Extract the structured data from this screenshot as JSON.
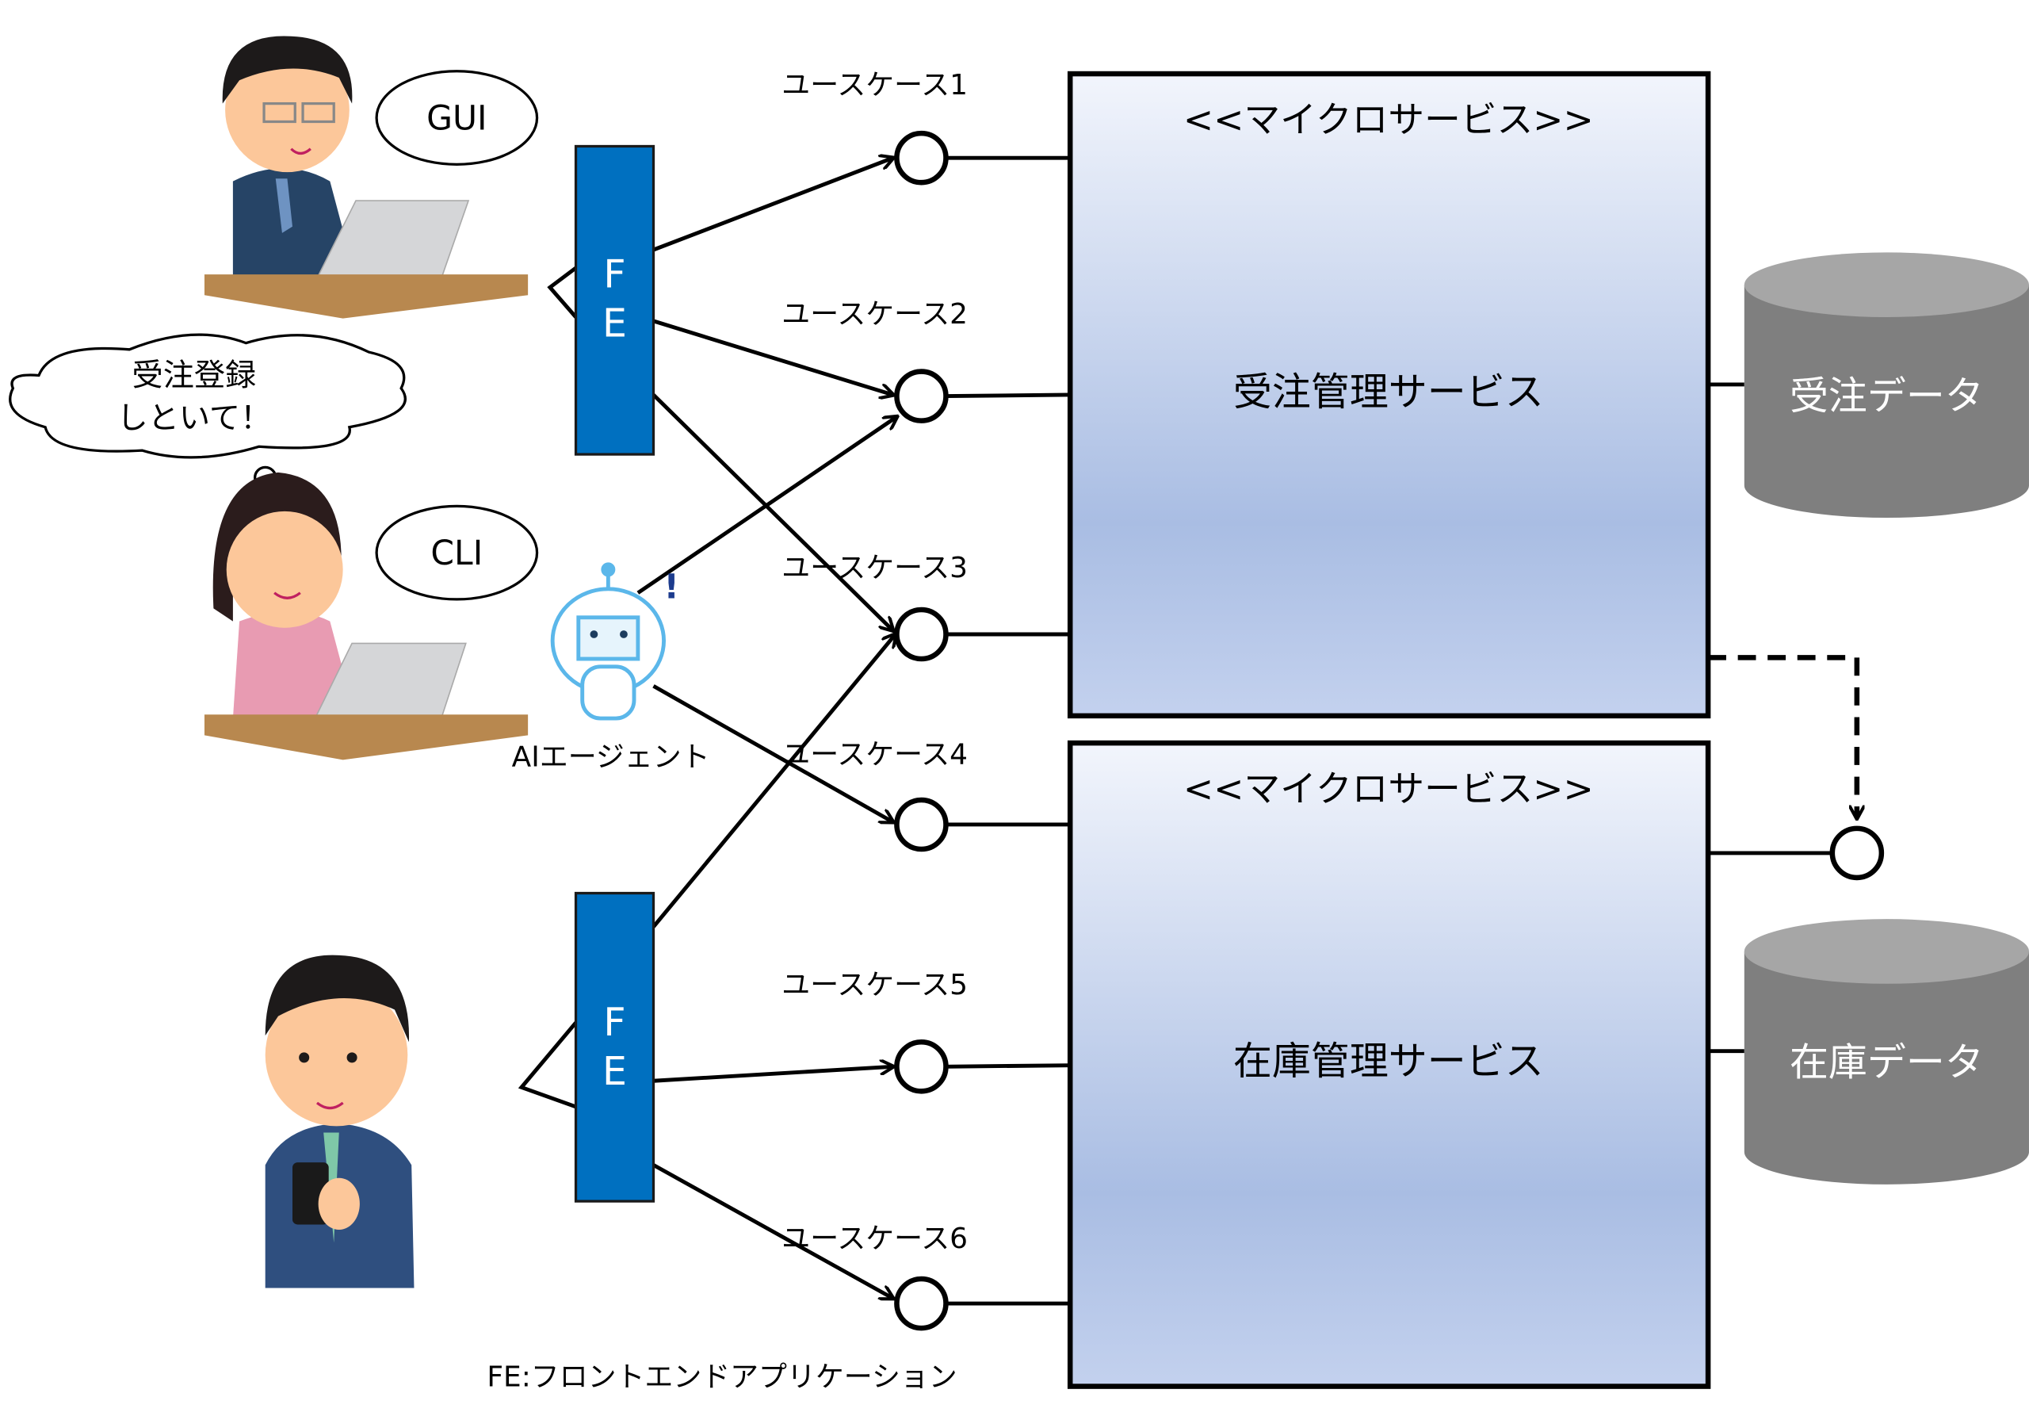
{
  "actors": {
    "gui_label": "GUI",
    "cli_label": "CLI",
    "speech": [
      "受注登録",
      "しといて！"
    ],
    "agent_label": "AIエージェント",
    "agent_alert": "!"
  },
  "frontends": [
    {
      "letters": [
        "F",
        "E"
      ]
    },
    {
      "letters": [
        "F",
        "E"
      ]
    }
  ],
  "use_cases": [
    "ユースケース1",
    "ユースケース2",
    "ユースケース3",
    "ユースケース4",
    "ユースケース5",
    "ユースケース6"
  ],
  "services": [
    {
      "stereotype": "<<マイクロサービス>>",
      "name": "受注管理サービス"
    },
    {
      "stereotype": "<<マイクロサービス>>",
      "name": "在庫管理サービス"
    }
  ],
  "databases": [
    "受注データ",
    "在庫データ"
  ],
  "legend": "FE:フロントエンドアプリケーション",
  "colors": {
    "fe": "#0070c0",
    "db": "#7f7f7f",
    "db_top": "#a6a6a6",
    "service_bottom": "#a9bde3"
  }
}
